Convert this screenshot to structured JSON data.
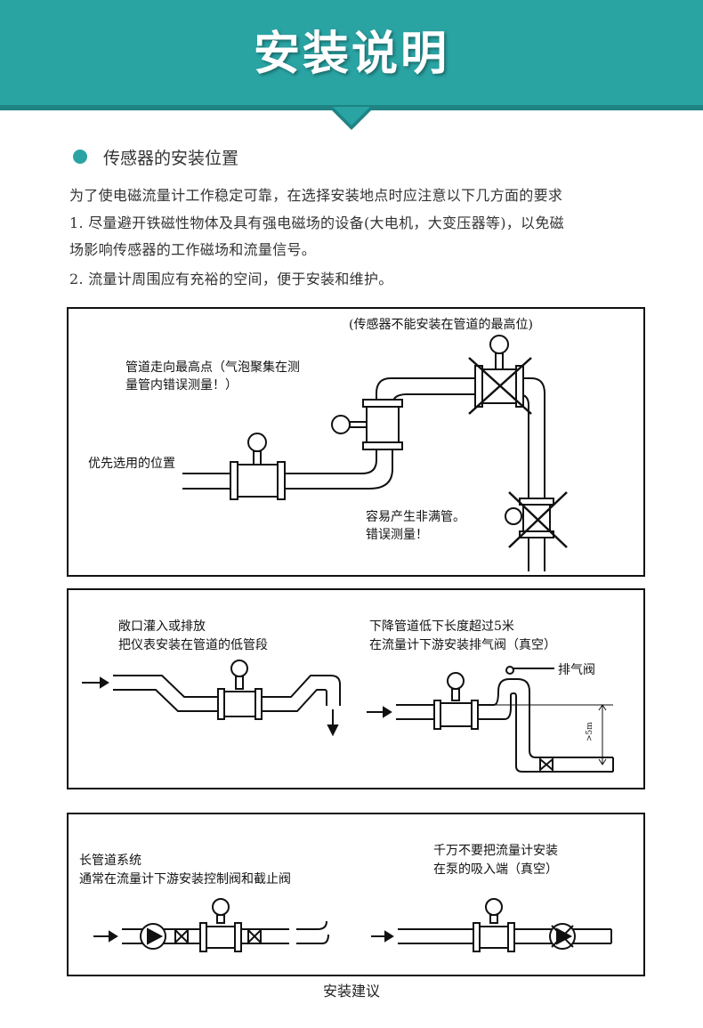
{
  "header": {
    "title": "安装说明",
    "accent_color": "#2aa3a3"
  },
  "section": {
    "title": "传感器的安装位置",
    "intro": "为了使电磁流量计工作稳定可靠，在选择安装地点时应注意以下几方面的要求",
    "item1_line1": "1. 尽量避开铁磁性物体及具有强电磁场的设备(大电机，大变压器等)，以免磁",
    "item1_line2": "场影响传感器的工作磁场和流量信号。",
    "item2": "2. 流量计周围应有充裕的空间，便于安装和维护。"
  },
  "panel1": {
    "label_top": "(传感器不能安装在管道的最高位)",
    "label_highest_1": "管道走向最高点（气泡聚集在测",
    "label_highest_2": "量管内错误测量！）",
    "label_preferred": "优先选用的位置",
    "label_partial_1": "容易产生非满管。",
    "label_partial_2": "错误测量！"
  },
  "panel2": {
    "left_1": "敞口灌入或排放",
    "left_2": "把仪表安装在管道的低管段",
    "right_1": "下降管道低下长度超过5米",
    "right_2": "在流量计下游安装排气阀（真空）",
    "vent_label": "排气阀",
    "height_label": ">5m"
  },
  "panel3": {
    "left_1": "长管道系统",
    "left_2": "通常在流量计下游安装控制阀和截止阀",
    "right_1": "千万不要把流量计安装",
    "right_2": "在泵的吸入端（真空）"
  },
  "caption": "安装建议"
}
